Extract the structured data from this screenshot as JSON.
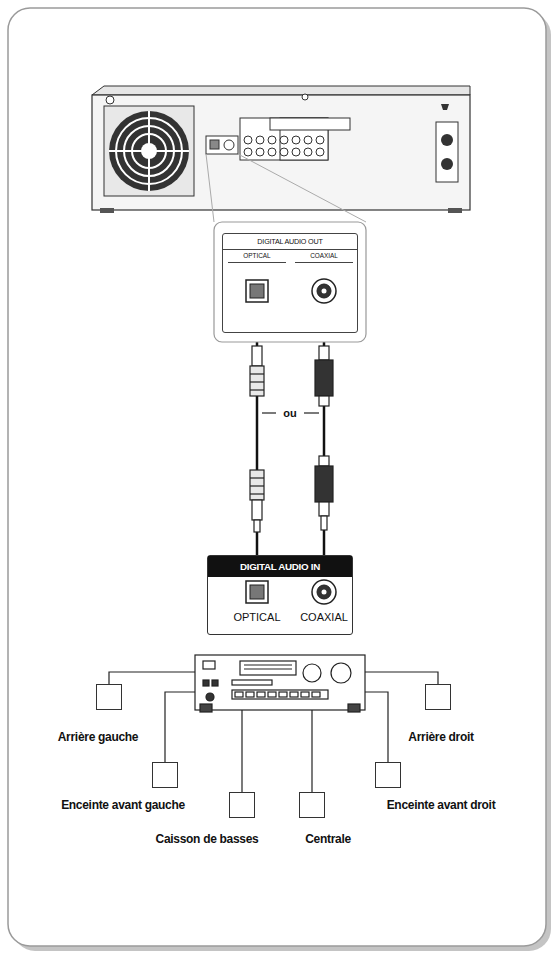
{
  "diagram": {
    "nodes": [
      {
        "text": [
          "DIGITAL AUDIO OUT"
        ]
      },
      {
        "text": [
          "OPTICAL"
        ],
        "in": 0
      },
      {
        "text": [
          "COAXIAL"
        ],
        "in": 0
      },
      {
        "text": [
          "DIGITAL AUDIO IN"
        ]
      },
      {
        "text": [
          "OPTICAL"
        ],
        "in": 3
      },
      {
        "text": [
          "COAXIAL"
        ],
        "in": 3
      },
      {
        "text": [
          "Arrière gauche"
        ]
      },
      {
        "text": [
          "Arrière droit"
        ]
      },
      {
        "text": [
          "Enceinte avant gauche"
        ]
      },
      {
        "text": [
          "Enceinte avant droit"
        ]
      },
      {
        "text": [
          "Caisson de basses"
        ]
      },
      {
        "text": [
          "Centrale"
        ]
      }
    ],
    "edges": [
      {
        "from": 1,
        "to": 4,
        "arrow": "both"
      },
      {
        "from": 2,
        "to": 5,
        "arrow": "both"
      }
    ],
    "labels": [
      "ou"
    ]
  }
}
